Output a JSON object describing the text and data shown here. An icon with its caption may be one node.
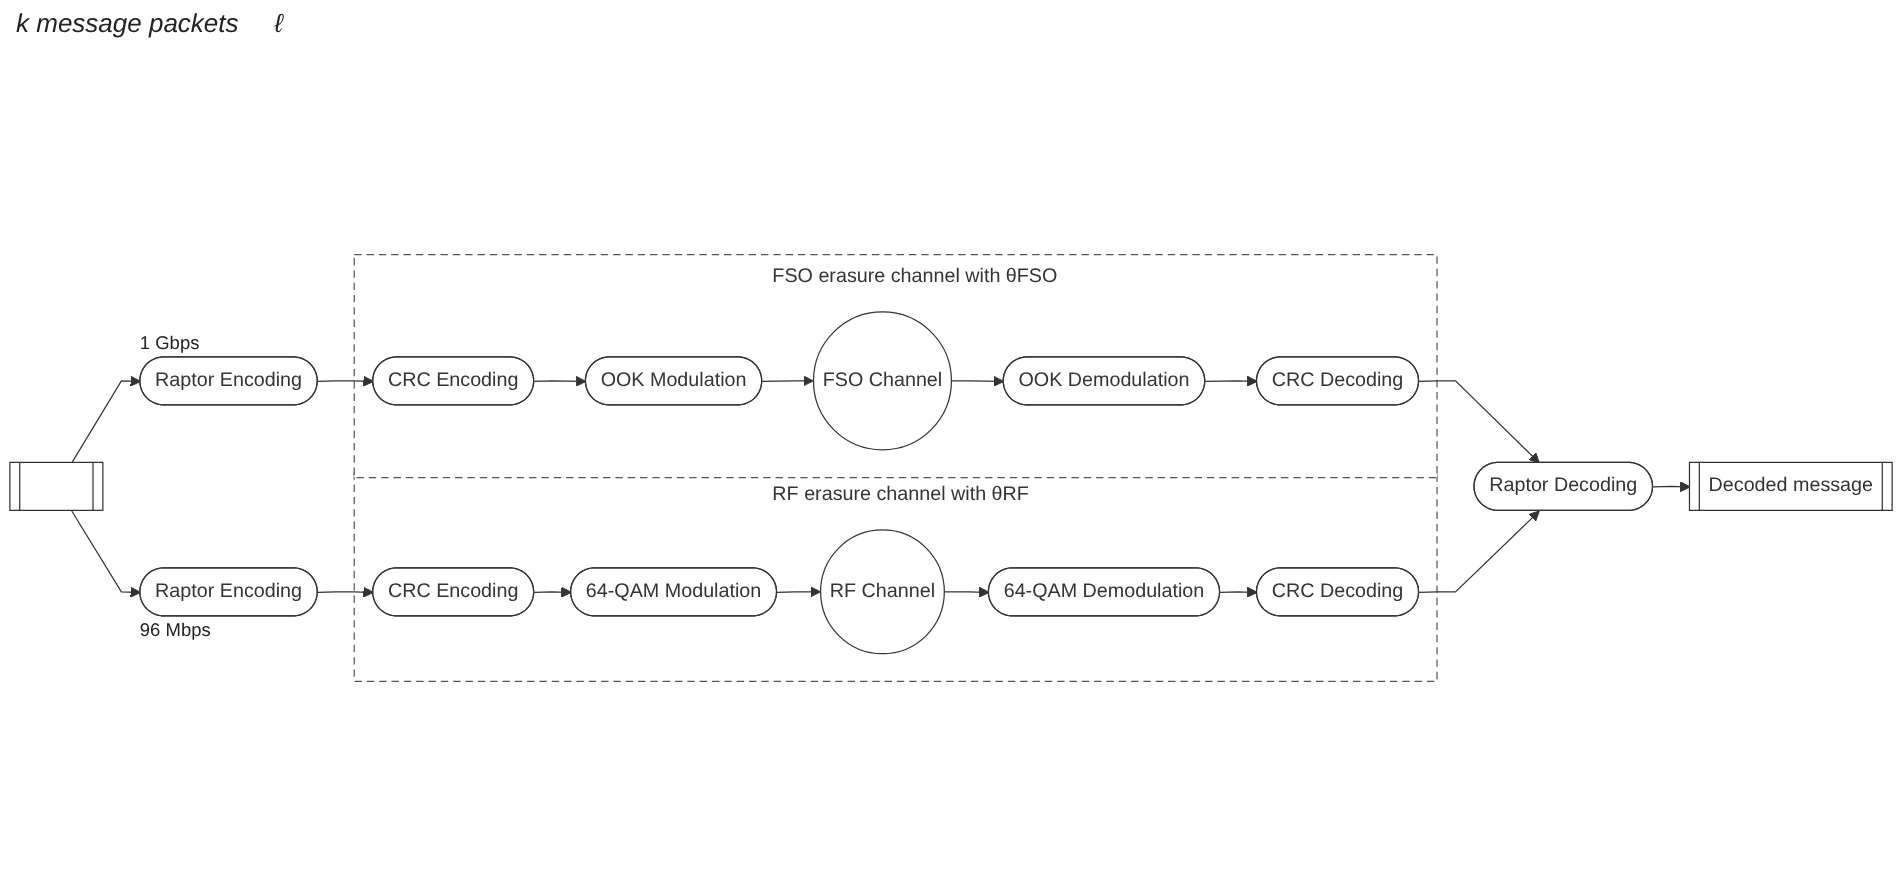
{
  "diagram": {
    "nodes": [
      {
        "text": [],
        "shape": "bar"
      },
      {
        "text": [
          "Raptor Encoding"
        ],
        "beside": [
          "1 Gbps"
        ]
      },
      {
        "text": [
          "FSO erasure channel with θFSO"
        ]
      },
      {
        "text": [
          "CRC Encoding"
        ],
        "in": 2
      },
      {
        "text": [
          "OOK Modulation"
        ],
        "in": 2
      },
      {
        "text": [
          "FSO Channel"
        ],
        "in": 2
      },
      {
        "text": [
          "OOK Demodulation"
        ],
        "in": 2
      },
      {
        "text": [
          "CRC Decoding"
        ],
        "in": 2
      },
      {
        "text": [
          "Raptor Decoding"
        ]
      },
      {
        "text": [
          "Decoded message"
        ]
      },
      {
        "text": [
          "Raptor Encoding"
        ],
        "beside": [
          "96 Mbps"
        ]
      },
      {
        "text": [
          "RF erasure channel with θRF"
        ]
      },
      {
        "text": [
          "CRC Encoding"
        ],
        "in": 11
      },
      {
        "text": [
          "64-QAM Modulation"
        ],
        "in": 11
      },
      {
        "text": [
          "RF Channel"
        ],
        "in": 11
      },
      {
        "text": [
          "64-QAM Demodulation"
        ],
        "in": 11
      },
      {
        "text": [
          "CRC Decoding"
        ],
        "in": 11
      }
    ],
    "edges": [
      {
        "from": 0,
        "to": 1,
        "arrow": "to"
      },
      {
        "from": 0,
        "to": 10,
        "arrow": "to"
      },
      {
        "from": 1,
        "to": 3,
        "arrow": "to"
      },
      {
        "from": 3,
        "to": 4,
        "arrow": "to"
      },
      {
        "from": 4,
        "to": 5,
        "arrow": "to"
      },
      {
        "from": 5,
        "to": 6,
        "arrow": "to"
      },
      {
        "from": 6,
        "to": 7,
        "arrow": "to"
      },
      {
        "from": 7,
        "to": 8,
        "arrow": "to"
      },
      {
        "from": 10,
        "to": 12,
        "arrow": "to"
      },
      {
        "from": 12,
        "to": 13,
        "arrow": "to"
      },
      {
        "from": 13,
        "to": 14,
        "arrow": "to"
      },
      {
        "from": 14,
        "to": 15,
        "arrow": "to"
      },
      {
        "from": 15,
        "to": 16,
        "arrow": "to"
      },
      {
        "from": 16,
        "to": 8,
        "arrow": "to"
      },
      {
        "from": 8,
        "to": 9,
        "arrow": "to"
      }
    ],
    "labels": [
      "k message packets",
      "ℓ"
    ]
  }
}
